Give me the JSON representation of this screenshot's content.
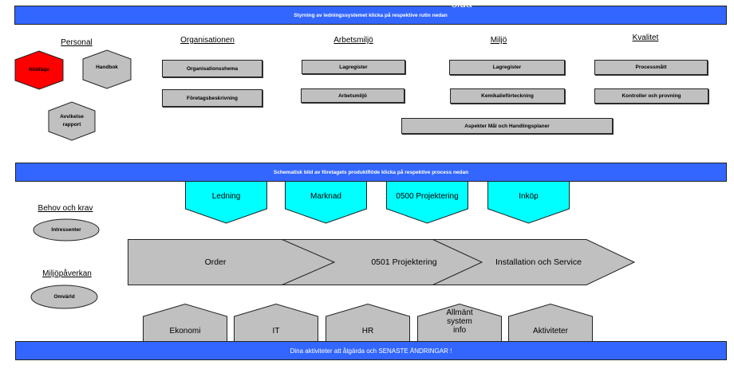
{
  "banners": {
    "top": "Styrning av ledningssystemet klicka på respektive rutin nedan",
    "middle": "Schematisk bild av företagets produktflöde klicka på respektive process nedan",
    "bottom": "Dina aktiviteter att åtgärda och SENASTE ÄNDRINGAR !"
  },
  "overlay_text": "sida",
  "colors": {
    "banner": "#3366ff",
    "emergency": "#ff0000",
    "neutral_shape": "#c0c0c0",
    "process_input": "#00ffff"
  },
  "sections": {
    "personal": {
      "heading": "Personal",
      "items": [
        "Nödläge",
        "Handbok",
        "Avvikelse rapport"
      ]
    },
    "organisationen": {
      "heading": "Organisationen",
      "items": [
        "Organisationsshema",
        "Företagsbeskrivning"
      ]
    },
    "arbetsmiljo": {
      "heading": "Arbetsmiljö",
      "items": [
        "Lagregister",
        "Arbetsmiljö"
      ]
    },
    "miljo": {
      "heading": "Miljö",
      "items": [
        "Lagregister",
        "Kemikalieförteckning"
      ]
    },
    "kvalitet": {
      "heading": "Kvalitet",
      "items": [
        "Processmått",
        "Kontroller och provning"
      ]
    },
    "shared": {
      "item": "Aspekter Mål och Handlingsplaner"
    }
  },
  "left_panel": {
    "behov": {
      "heading": "Behov och krav",
      "item": "Intressenter"
    },
    "miljopaverkan": {
      "heading": "Miljöpåverkan",
      "item": "Omvärld"
    }
  },
  "process_inputs": [
    "Ledning",
    "Marknad",
    "0500 Projektering",
    "Inköp"
  ],
  "process_flow": [
    "Order",
    "0501 Projektering",
    "Installation och Service"
  ],
  "support_processes": [
    "Ekonomi",
    "IT",
    "HR",
    "Allmänt system info",
    "Aktiviteter"
  ]
}
